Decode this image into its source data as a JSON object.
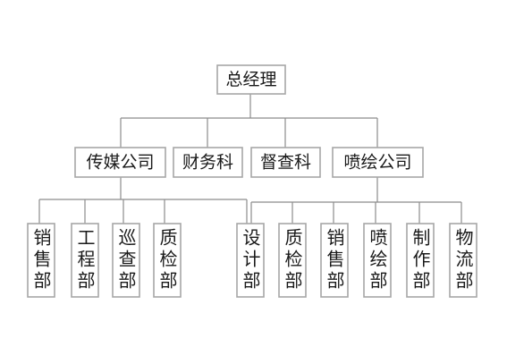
{
  "chart": {
    "top": {
      "label": "总经理"
    },
    "level2": [
      {
        "label": "传媒公司"
      },
      {
        "label": "财务科"
      },
      {
        "label": "督查科"
      },
      {
        "label": "喷绘公司"
      }
    ],
    "media_departments": [
      {
        "label": "销售部"
      },
      {
        "label": "工程部"
      },
      {
        "label": "巡查部"
      },
      {
        "label": "质检部"
      }
    ],
    "print_departments": [
      {
        "label": "设计部"
      },
      {
        "label": "质检部"
      },
      {
        "label": "销售部"
      },
      {
        "label": "喷绘部"
      },
      {
        "label": "制作部"
      },
      {
        "label": "物流部"
      }
    ]
  }
}
